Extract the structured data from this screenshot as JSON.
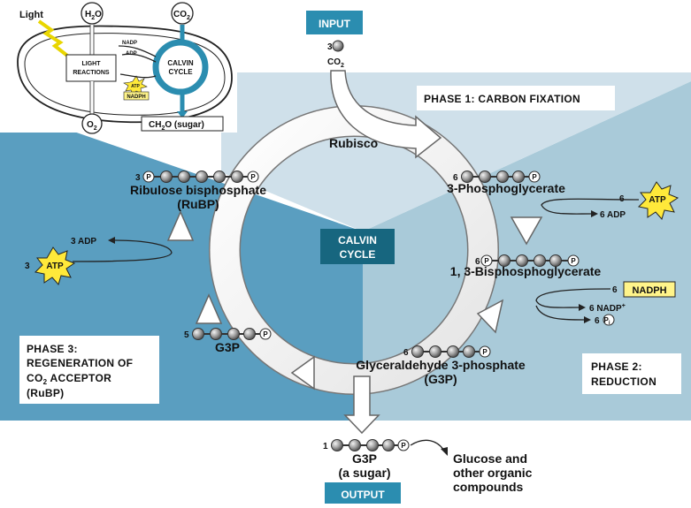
{
  "colors": {
    "panel_left": "#5a9ec0",
    "panel_right": "#a9cad9",
    "panel_top": "#cfe0ea",
    "calvin_box": "#17667f",
    "input_box": "#2b8db0",
    "atp_star": "#ffe93a",
    "nadph_box": "#fff48a"
  },
  "input_label": "INPUT",
  "output_label": "OUTPUT",
  "calvin_cycle_label": [
    "CALVIN",
    "CYCLE"
  ],
  "input_molecule": {
    "count": "3",
    "name": "CO",
    "sub": "2"
  },
  "phases": {
    "phase1": "PHASE 1: CARBON FIXATION",
    "phase2": [
      "PHASE 2:",
      "REDUCTION"
    ],
    "phase3": [
      "PHASE 3:",
      "REGENERATION OF",
      "CO",
      "2",
      " ACCEPTOR",
      "(RuBP)"
    ]
  },
  "enzyme": "Rubisco",
  "molecules": {
    "rubp": {
      "count": "3",
      "name": "Ribulose bisphosphate",
      "abbr": "(RuBP)"
    },
    "pga": {
      "count": "6",
      "name": "3-Phosphoglycerate"
    },
    "bpg": {
      "count": "6",
      "name": "1, 3-Bisphosphoglycerate"
    },
    "g3p6": {
      "count": "6",
      "name": "Glyceraldehyde 3-phosphate",
      "abbr": "(G3P)"
    },
    "g3p5": {
      "count": "5",
      "name": "G3P"
    },
    "g3p_out": {
      "count": "1",
      "name": "G3P",
      "abbr": "(a sugar)"
    }
  },
  "cofactors": {
    "atp_in_right": {
      "count": "6",
      "label": "ATP"
    },
    "adp_out_right": "6 ADP",
    "nadph_in": {
      "count": "6",
      "label": "NADPH"
    },
    "nadp_out": "6 NADP",
    "nadp_charge": "+",
    "pi_out": {
      "count": "6",
      "label": "P",
      "sub": "i"
    },
    "atp_in_left": {
      "count": "3",
      "label": "ATP"
    },
    "adp_out_left": "3 ADP"
  },
  "products": [
    "Glucose and",
    "other organic",
    "compounds"
  ],
  "inset": {
    "light": "Light",
    "h2o": {
      "name": "H",
      "sub": "2",
      "tail": "O"
    },
    "co2": {
      "name": "CO",
      "sub": "2"
    },
    "o2": {
      "name": "O",
      "sub": "2"
    },
    "light_reactions": [
      "LIGHT",
      "REACTIONS"
    ],
    "calvin": [
      "CALVIN",
      "CYCLE"
    ],
    "nadp": "NADP",
    "adp": "ADP",
    "atp": "ATP",
    "nadph": "NADPH",
    "sugar": {
      "pre": "CH",
      "sub": "2",
      "post": "O (sugar)"
    }
  }
}
